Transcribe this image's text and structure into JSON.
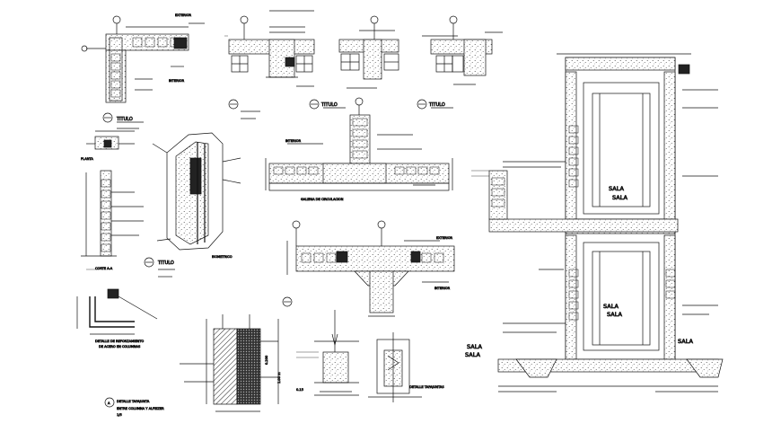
{
  "drawing": {
    "background": "#ffffff",
    "ink": "#111111",
    "labels": {
      "exterior": "EXTERIOR",
      "interior": "INTERIOR",
      "titulo_1": "TITULO",
      "titulo_2": "TITULO",
      "titulo_3": "TITULO",
      "titulo_4": "TITULO",
      "planta": "PLANTA",
      "corte": "CORTE A-A",
      "isometrico": "ISOMETRICO",
      "galeria": "GALERIA DE CIRCULACION",
      "detalle_refuerzo_1": "DETALLE DE REFORZAMIENTO",
      "detalle_refuerzo_2": "DE ACERO EN COLUMNAS",
      "detalle_tapajunta_a": "DETALLE TAPAJUNTA",
      "detalle_tapajunta_a_sub": "ENTRE COLUMNA Y ALFEIZER",
      "detalle_tapajuntas_b": "DETALLE TAPAJUNTAS",
      "escala": "1/5",
      "sala_1": "SALA",
      "sala_2": "SALA",
      "sala_3": "SALA",
      "sala_4": "SALA",
      "sala_5": "SALA",
      "sala_6": "SALA",
      "sala_7": "SALA",
      "dim_1": "0.200",
      "dim_2": "1.00 m",
      "callout_a": "A",
      "dim_small": "0.15"
    }
  }
}
